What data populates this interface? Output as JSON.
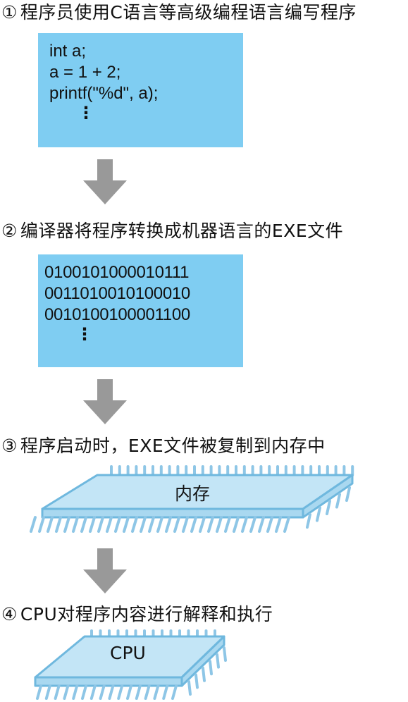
{
  "steps": [
    {
      "num": "①",
      "text": "程序员使用C语言等高级编程语言编写程序"
    },
    {
      "num": "②",
      "text": "编译器将程序转换成机器语言的EXE文件"
    },
    {
      "num": "③",
      "text": "程序启动时，EXE文件被复制到内存中"
    },
    {
      "num": "④",
      "text": "CPU对程序内容进行解释和执行"
    }
  ],
  "source_code": {
    "lines": [
      "int a;",
      "a = 1 + 2;",
      "printf(\"%d\", a);"
    ],
    "continuation": "⋮"
  },
  "machine_code": {
    "lines": [
      "0100101000010111",
      "0011010010100010",
      "0010100100001100"
    ],
    "continuation": "⋮"
  },
  "memory_chip": {
    "label": "内存"
  },
  "cpu_chip": {
    "label": "CPU"
  },
  "colors": {
    "code_box": "#7fcdf2",
    "arrow": "#999999",
    "chip_top": "#c3e5f6",
    "chip_edge": "#6fb8de",
    "chip_pin": "#8ec6e6"
  }
}
